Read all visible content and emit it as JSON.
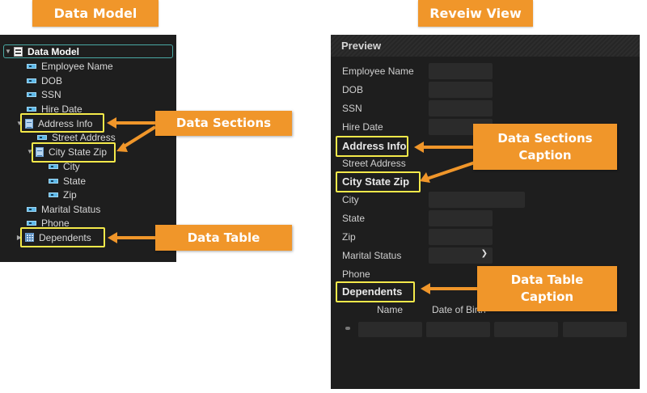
{
  "banners": {
    "left": "Data Model",
    "right": "Reveiw View"
  },
  "tree": {
    "root": "Data Model",
    "items": {
      "employee_name": "Employee Name",
      "dob": "DOB",
      "ssn": "SSN",
      "hire_date": "Hire Date",
      "address_info": "Address Info",
      "street_address": "Street Address",
      "city_state_zip": "City State Zip",
      "city": "City",
      "state": "State",
      "zip": "Zip",
      "marital_status": "Marital Status",
      "phone": "Phone",
      "dependents": "Dependents"
    },
    "icons": {
      "root": "data-model-icon",
      "field": "field-icon",
      "section": "section-icon",
      "table": "table-icon"
    }
  },
  "preview": {
    "header": "Preview",
    "labels": {
      "employee_name": "Employee Name",
      "dob": "DOB",
      "ssn": "SSN",
      "hire_date": "Hire Date",
      "street_address": "Street Address",
      "city": "City",
      "state": "State",
      "zip": "Zip",
      "marital_status": "Marital Status",
      "phone": "Phone"
    },
    "captions": {
      "address_info": "Address Info",
      "city_state_zip": "City State Zip",
      "dependents": "Dependents"
    },
    "table_headers": {
      "name": "Name",
      "dob": "Date of Birth"
    }
  },
  "callouts": {
    "data_sections": "Data Sections",
    "data_table": "Data Table",
    "data_sections_caption_1": "Data Sections",
    "data_sections_caption_2": "Caption",
    "data_table_caption_1": "Data Table",
    "data_table_caption_2": "Caption"
  },
  "colors": {
    "accent_orange": "#f0962a",
    "highlight_yellow": "#f4e94a",
    "panel_bg": "#1e1e1e",
    "field_icon_blue": "#5db8e8"
  }
}
